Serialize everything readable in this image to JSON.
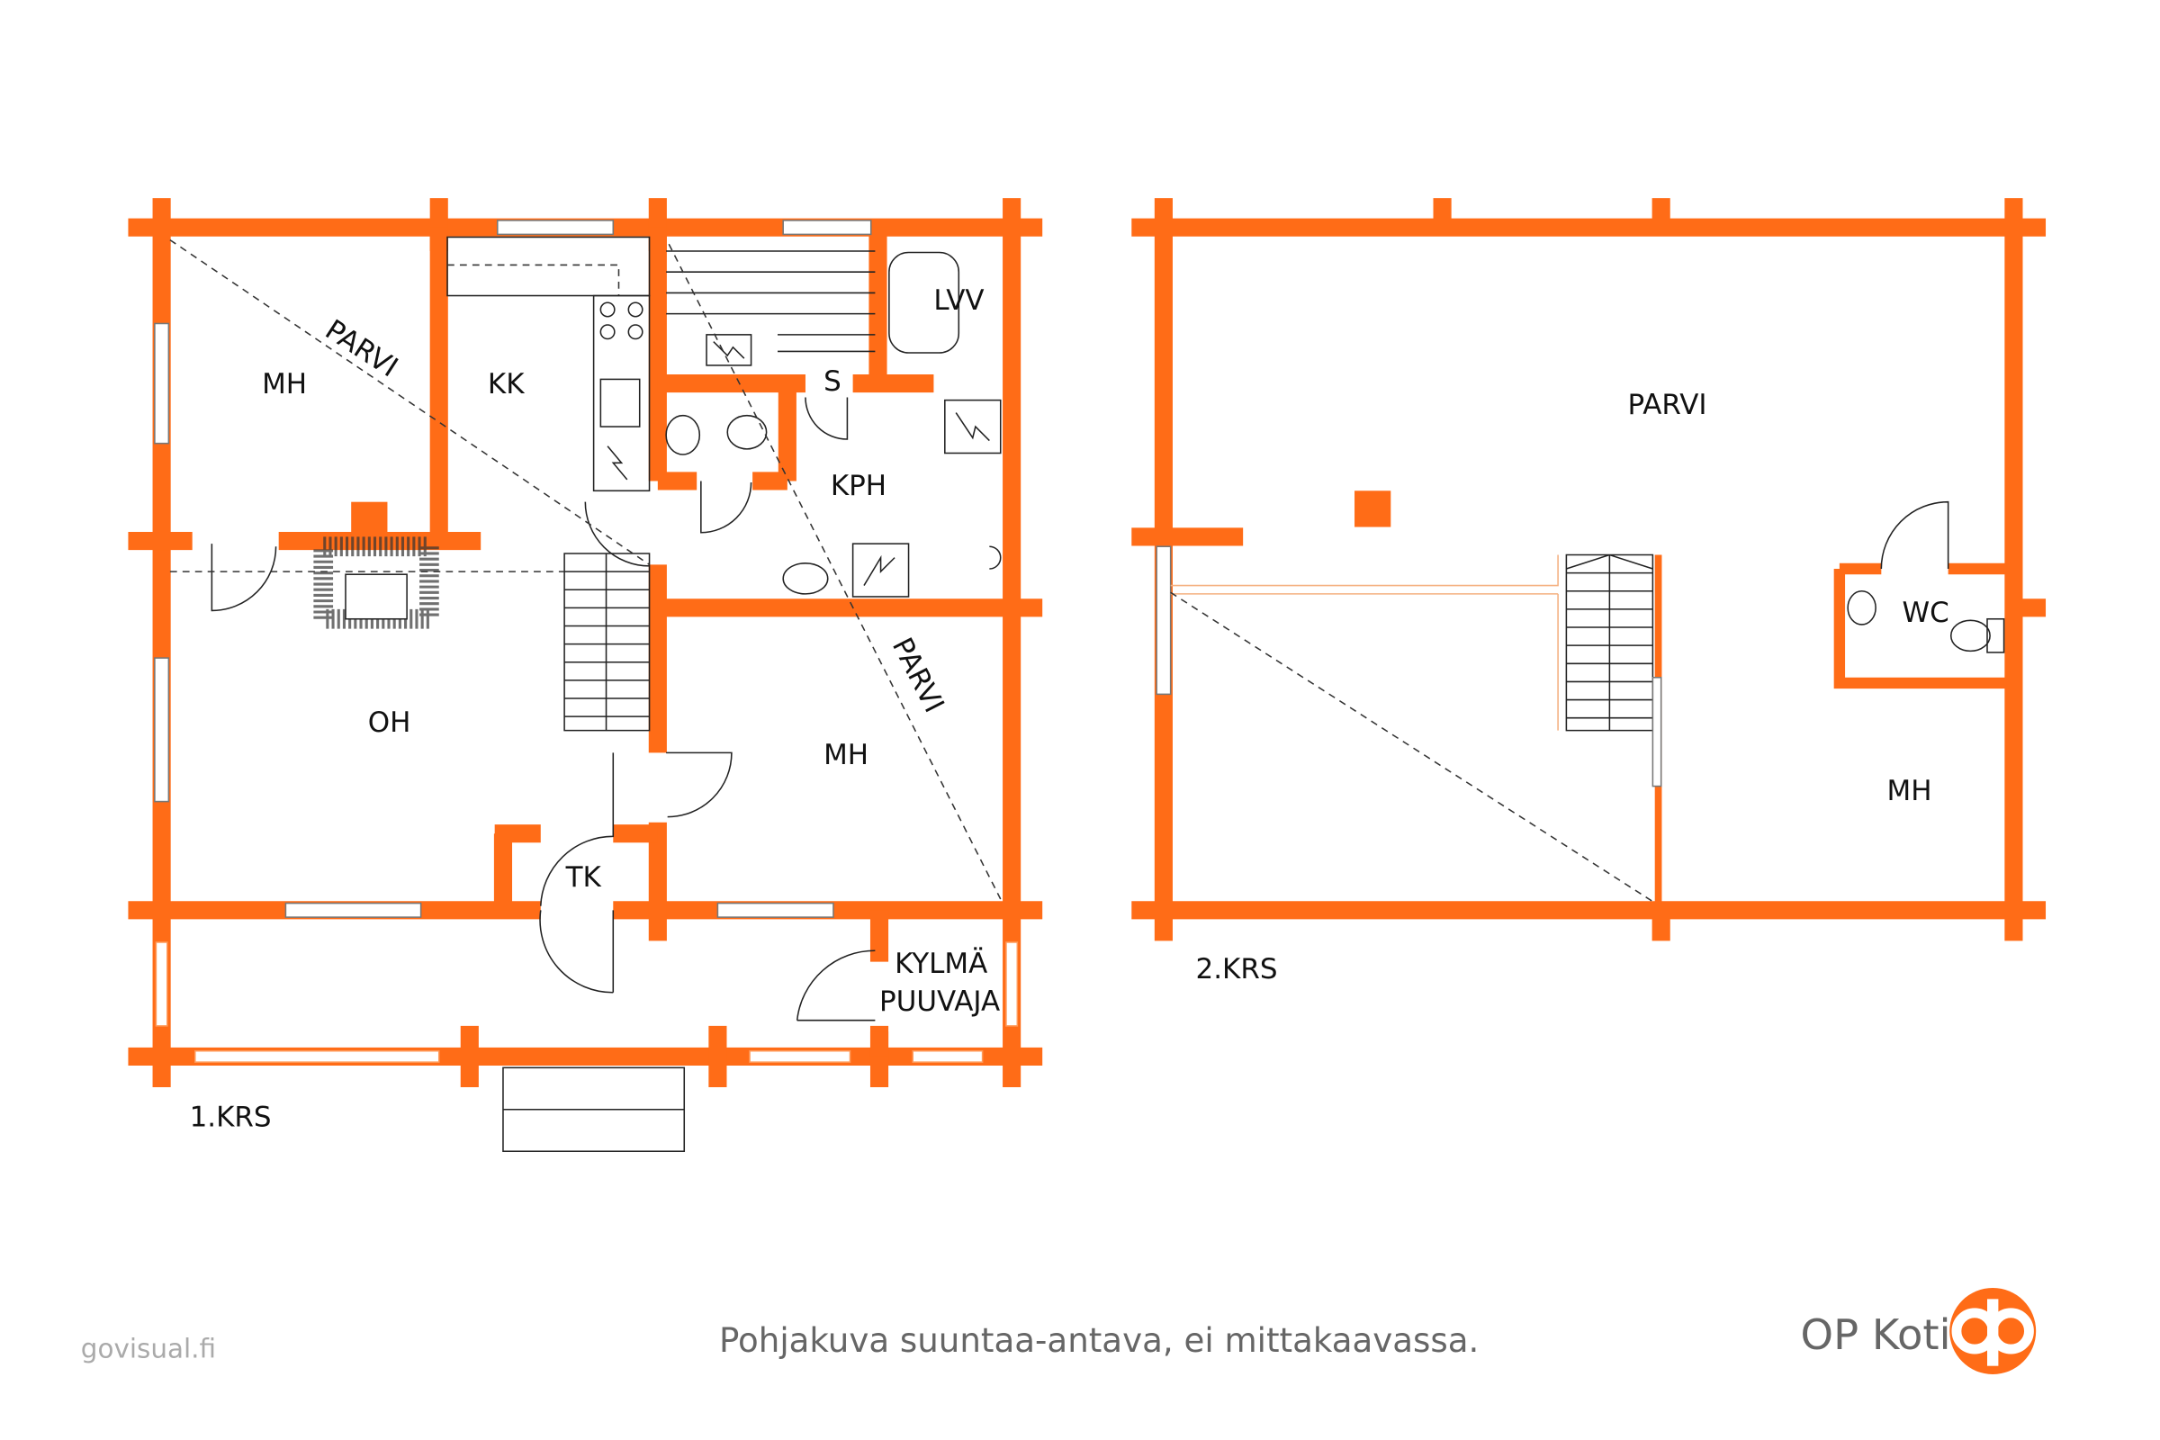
{
  "floor1": {
    "label": "1.KRS",
    "rooms": {
      "mh_left": "MH",
      "kk": "KK",
      "parvi_a": "PARVI",
      "lvv": "LVV",
      "s": "S",
      "kph": "KPH",
      "oh": "OH",
      "mh_right": "MH",
      "parvi_b": "PARVI",
      "tk": "TK",
      "kylma": "KYLMÄ",
      "puuvaja": "PUUVAJA"
    }
  },
  "floor2": {
    "label": "2.KRS",
    "rooms": {
      "parvi": "PARVI",
      "wc": "WC",
      "mh": "MH"
    }
  },
  "footer": {
    "credit": "govisual.fi",
    "disclaimer": "Pohjakuva suuntaa-antava, ei mittakaavassa.",
    "brand": "OP Koti"
  },
  "colors": {
    "wall": "#FF6C17",
    "text": "#111111",
    "footer": "#666666"
  }
}
